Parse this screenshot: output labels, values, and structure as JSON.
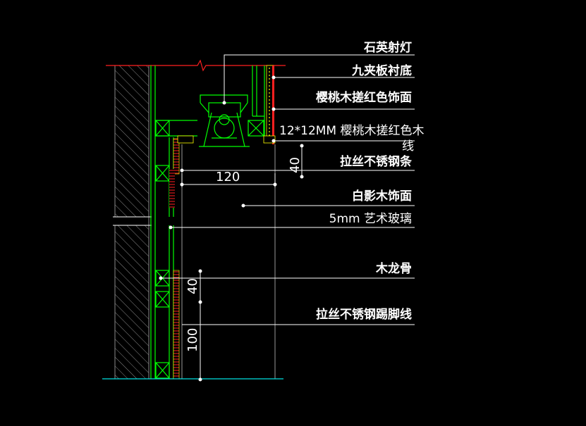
{
  "labels": {
    "quartz_spotlight": "石英射灯",
    "plywood_base": "九夹板衬底",
    "cherry_veneer": "樱桃木搓红色饰面",
    "cherry_trim": "12*12MM 樱桃木搓红色木线",
    "ss_strip": "拉丝不锈钢条",
    "white_oak_veneer": "白影木饰面",
    "art_glass": "5mm 艺术玻璃",
    "wood_keel": "木龙骨",
    "ss_skirting": "拉丝不锈钢踢脚线"
  },
  "dimensions": {
    "d_40_top": "40",
    "d_120": "120",
    "d_40_bottom": "40",
    "d_100": "100"
  },
  "colors": {
    "background": "#000000",
    "text": "#ffffff",
    "green": "#00ff00",
    "hatch": "#8a8a8a",
    "red": "#ff2020",
    "yellow": "#ffff00",
    "cyan": "#00e0e0"
  }
}
